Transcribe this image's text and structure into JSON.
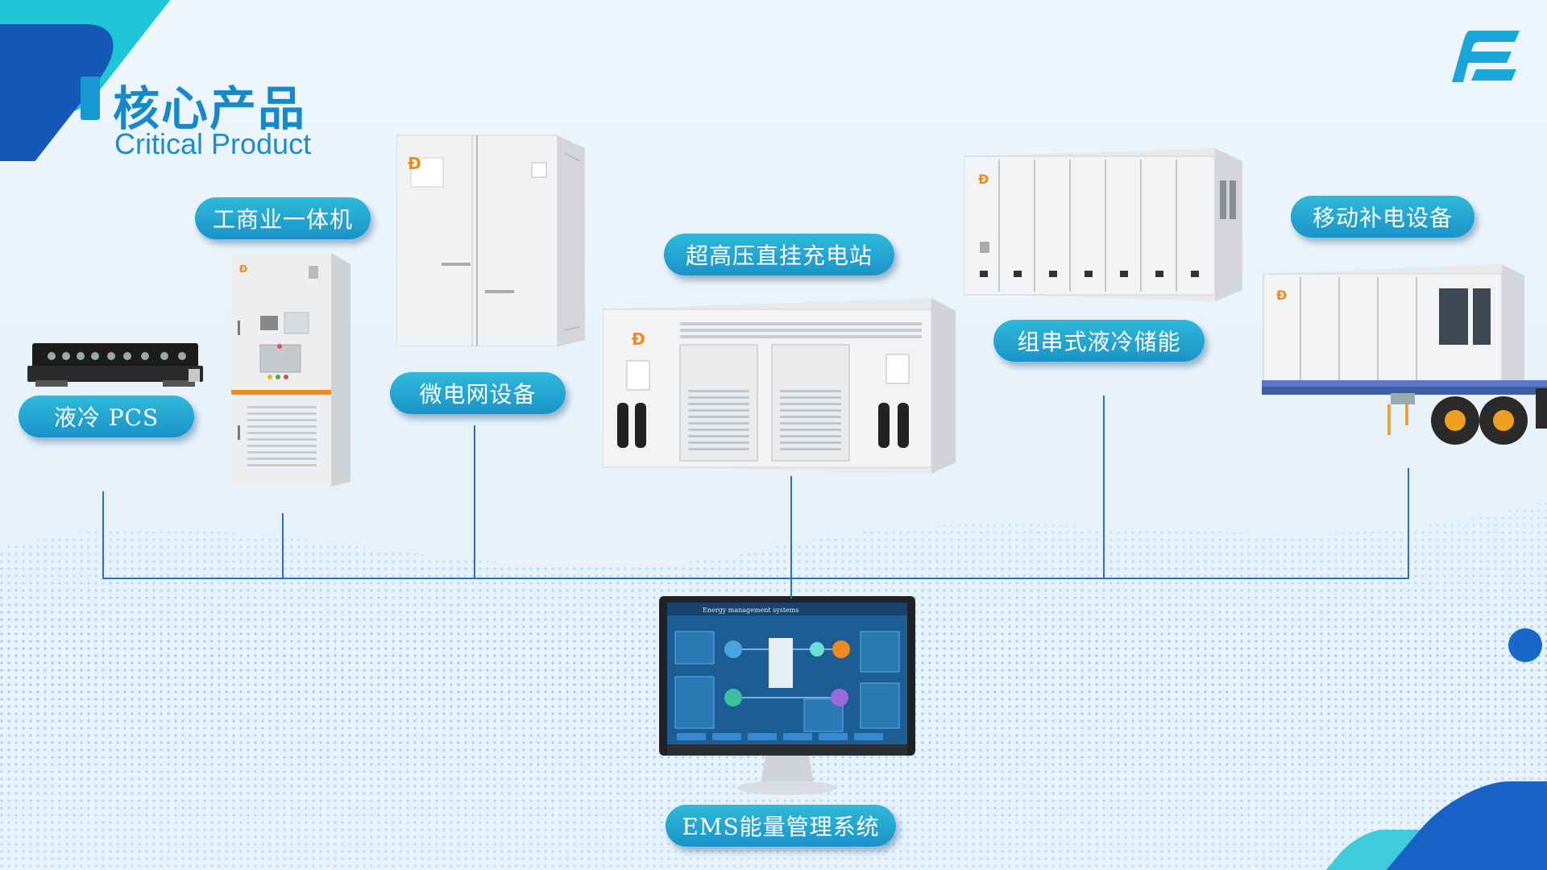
{
  "header": {
    "title_cn": "核心产品",
    "title_en": "Critical Product"
  },
  "products": {
    "pcs": "液冷 PCS",
    "ci_cabinet": "工商业一体机",
    "microgrid": "微电网设备",
    "charging_station": "超高压直挂充电站",
    "string_storage": "组串式液冷储能",
    "mobile": "移动补电设备",
    "ems": "EMS能量管理系统"
  },
  "ems_screen": {
    "header_text": "Energy management systems"
  },
  "colors": {
    "accent_blue": "#1788c8",
    "pill_blue": "#1a93c8",
    "corner_cyan": "#1fc6d8",
    "corner_dark": "#1658b8",
    "line": "#2a6fc0",
    "brand_orange": "#f08a1c"
  },
  "icons": [
    "company-logo-icon",
    "brand-d-logo-icon"
  ]
}
